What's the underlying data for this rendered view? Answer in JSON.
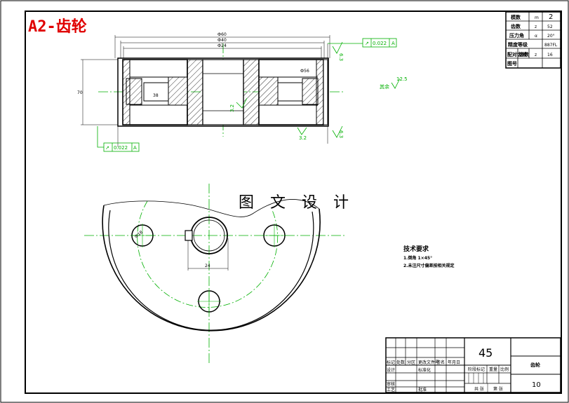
{
  "drawing": {
    "title": "A2-齿轮",
    "watermark": "图 文 设 计",
    "material": "45",
    "sheet_number": "10",
    "part_name": "齿轮",
    "tech_requirements": {
      "heading": "技术要求",
      "items": [
        "1.倒角 1×45°",
        "2.未注尺寸偏差按相关规定"
      ]
    },
    "param_table": [
      {
        "label": "模数",
        "sym": "m",
        "value": "2"
      },
      {
        "label": "齿数",
        "sym": "z",
        "value": "52"
      },
      {
        "label": "压力角",
        "sym": "α",
        "value": "20°"
      },
      {
        "label": "精度等级",
        "sym": "",
        "value": "887FL"
      },
      {
        "label": "配对齿轮",
        "sym": "齿数",
        "sym2": "z",
        "value": "16"
      },
      {
        "label": "图号",
        "sym": "",
        "value": ""
      }
    ],
    "tolerances": {
      "top_right": "0.022",
      "bottom_left": "0.022",
      "datum": "A"
    },
    "dimensions": {
      "overall": "Ф60",
      "inner1": "Ф40",
      "inner2": "Ф24",
      "height": "70",
      "bore": "38",
      "rib": "Ф56",
      "keyway": "24",
      "hole": "Ф18"
    },
    "roughness": {
      "r1": "6.3",
      "r2": "3.2",
      "r3": "12.5",
      "r4": "3.2",
      "r5": "6.3",
      "rest": "其余"
    },
    "title_block": {
      "cells_small": [
        "标记",
        "处数",
        "分区",
        "更改文件号",
        "签名",
        "年月日"
      ],
      "rows": [
        "设计",
        "审核",
        "工艺"
      ],
      "labels": [
        "标准化",
        "批准",
        "阶段标记",
        "重量",
        "比例",
        "共 张",
        "第 张"
      ]
    }
  }
}
